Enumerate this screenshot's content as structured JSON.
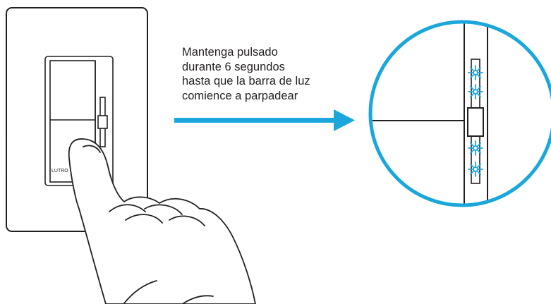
{
  "instruction": {
    "lines": [
      "Mantenga pulsado",
      "durante 6 segundos",
      "hasta que la barra de luz",
      "comience a parpadear"
    ]
  },
  "device": {
    "brand_label": "LUTRO"
  },
  "colors": {
    "accent": "#1ba7dc",
    "line": "#231f20",
    "led": "#1ba7dc",
    "background": "#ffffff"
  },
  "icons": {
    "arrow": "right-arrow-icon",
    "hand": "pointing-hand-icon",
    "led": "led-blink-icon"
  }
}
